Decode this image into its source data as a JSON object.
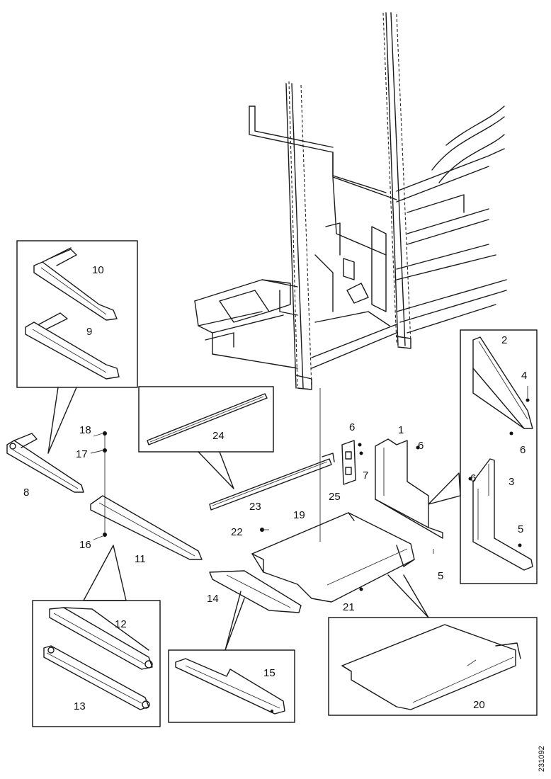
{
  "figure": {
    "figure_id": "231092",
    "callouts": [
      {
        "id": "c1",
        "text": "1"
      },
      {
        "id": "c2",
        "text": "2"
      },
      {
        "id": "c3",
        "text": "3"
      },
      {
        "id": "c4",
        "text": "4"
      },
      {
        "id": "c5a",
        "text": "5"
      },
      {
        "id": "c5b",
        "text": "5"
      },
      {
        "id": "c6a",
        "text": "6"
      },
      {
        "id": "c6b",
        "text": "6"
      },
      {
        "id": "c6c",
        "text": "6"
      },
      {
        "id": "c6d",
        "text": "6"
      },
      {
        "id": "c7",
        "text": "7"
      },
      {
        "id": "c8",
        "text": "8"
      },
      {
        "id": "c9",
        "text": "9"
      },
      {
        "id": "c10",
        "text": "10"
      },
      {
        "id": "c11",
        "text": "11"
      },
      {
        "id": "c12",
        "text": "12"
      },
      {
        "id": "c13",
        "text": "13"
      },
      {
        "id": "c14",
        "text": "14"
      },
      {
        "id": "c15",
        "text": "15"
      },
      {
        "id": "c16",
        "text": "16"
      },
      {
        "id": "c17",
        "text": "17"
      },
      {
        "id": "c18",
        "text": "18"
      },
      {
        "id": "c19",
        "text": "19"
      },
      {
        "id": "c20",
        "text": "20"
      },
      {
        "id": "c21",
        "text": "21"
      },
      {
        "id": "c22",
        "text": "22"
      },
      {
        "id": "c23",
        "text": "23"
      },
      {
        "id": "c24",
        "text": "24"
      },
      {
        "id": "c25",
        "text": "25"
      }
    ]
  }
}
